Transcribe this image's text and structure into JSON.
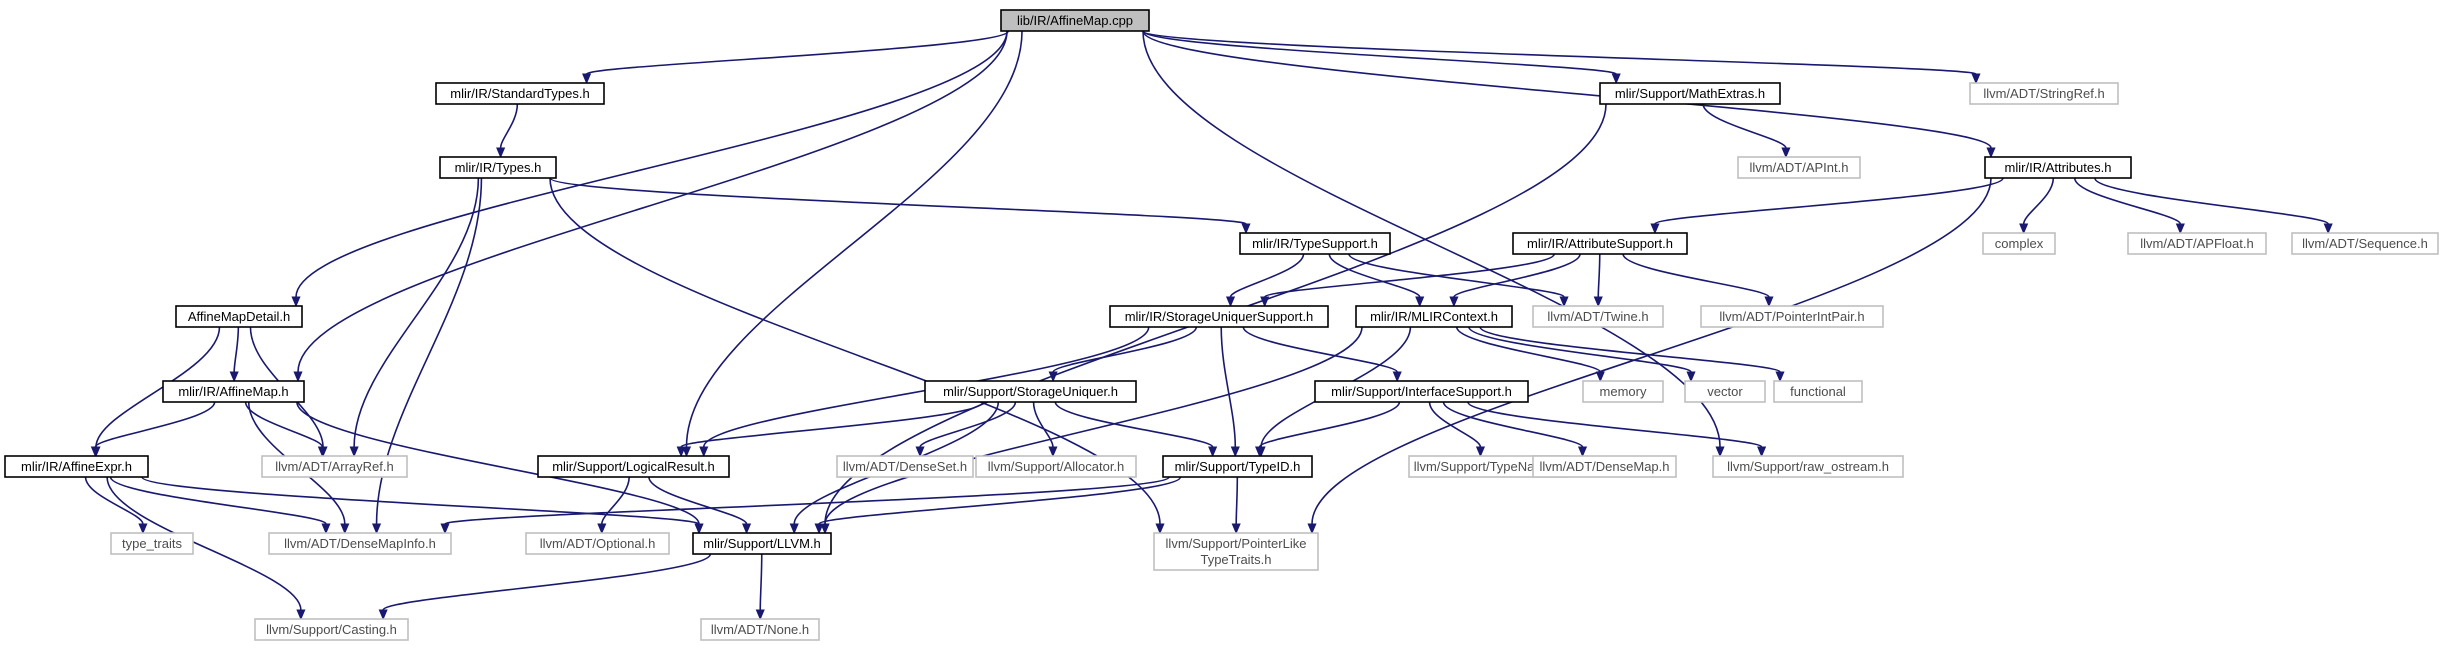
{
  "nodes": [
    {
      "id": "root",
      "label": "lib/IR/AffineMap.cpp",
      "kind": "root"
    },
    {
      "id": "standardtypes",
      "label": "mlir/IR/StandardTypes.h",
      "kind": "internal"
    },
    {
      "id": "mathextras",
      "label": "mlir/Support/MathExtras.h",
      "kind": "internal"
    },
    {
      "id": "stringref",
      "label": "llvm/ADT/StringRef.h",
      "kind": "external"
    },
    {
      "id": "types",
      "label": "mlir/IR/Types.h",
      "kind": "internal"
    },
    {
      "id": "apint",
      "label": "llvm/ADT/APInt.h",
      "kind": "external"
    },
    {
      "id": "attributes",
      "label": "mlir/IR/Attributes.h",
      "kind": "internal"
    },
    {
      "id": "typesupport",
      "label": "mlir/IR/TypeSupport.h",
      "kind": "internal"
    },
    {
      "id": "attributesupport",
      "label": "mlir/IR/AttributeSupport.h",
      "kind": "internal"
    },
    {
      "id": "complex",
      "label": "complex",
      "kind": "external"
    },
    {
      "id": "apfloat",
      "label": "llvm/ADT/APFloat.h",
      "kind": "external"
    },
    {
      "id": "sequence",
      "label": "llvm/ADT/Sequence.h",
      "kind": "external"
    },
    {
      "id": "affinemapdetail",
      "label": "AffineMapDetail.h",
      "kind": "internal"
    },
    {
      "id": "storageuniquersupport",
      "label": "mlir/IR/StorageUniquerSupport.h",
      "kind": "internal"
    },
    {
      "id": "mlircontext",
      "label": "mlir/IR/MLIRContext.h",
      "kind": "internal"
    },
    {
      "id": "twine",
      "label": "llvm/ADT/Twine.h",
      "kind": "external"
    },
    {
      "id": "pointerintpair",
      "label": "llvm/ADT/PointerIntPair.h",
      "kind": "external"
    },
    {
      "id": "affinemap",
      "label": "mlir/IR/AffineMap.h",
      "kind": "internal"
    },
    {
      "id": "storageuniquer",
      "label": "mlir/Support/StorageUniquer.h",
      "kind": "internal"
    },
    {
      "id": "interfacesupport",
      "label": "mlir/Support/InterfaceSupport.h",
      "kind": "internal"
    },
    {
      "id": "memory",
      "label": "memory",
      "kind": "external"
    },
    {
      "id": "vector",
      "label": "vector",
      "kind": "external"
    },
    {
      "id": "functional",
      "label": "functional",
      "kind": "external"
    },
    {
      "id": "affineexpr",
      "label": "mlir/IR/AffineExpr.h",
      "kind": "internal"
    },
    {
      "id": "arrayref",
      "label": "llvm/ADT/ArrayRef.h",
      "kind": "external"
    },
    {
      "id": "logicalresult",
      "label": "mlir/Support/LogicalResult.h",
      "kind": "internal"
    },
    {
      "id": "denseset",
      "label": "llvm/ADT/DenseSet.h",
      "kind": "external"
    },
    {
      "id": "allocator",
      "label": "llvm/Support/Allocator.h",
      "kind": "external"
    },
    {
      "id": "typeid",
      "label": "mlir/Support/TypeID.h",
      "kind": "internal"
    },
    {
      "id": "typename",
      "label": "llvm/Support/TypeName.h",
      "kind": "external"
    },
    {
      "id": "densemap",
      "label": "llvm/ADT/DenseMap.h",
      "kind": "external"
    },
    {
      "id": "raw_ostream",
      "label": "llvm/Support/raw_ostream.h",
      "kind": "external"
    },
    {
      "id": "type_traits",
      "label": "type_traits",
      "kind": "external"
    },
    {
      "id": "densemapinfo",
      "label": "llvm/ADT/DenseMapInfo.h",
      "kind": "external"
    },
    {
      "id": "optional",
      "label": "llvm/ADT/Optional.h",
      "kind": "external"
    },
    {
      "id": "llvmh",
      "label": "mlir/Support/LLVM.h",
      "kind": "internal"
    },
    {
      "id": "pointerliketypetraits",
      "label": "llvm/Support/PointerLike\nTypeTraits.h",
      "kind": "external"
    },
    {
      "id": "casting",
      "label": "llvm/Support/Casting.h",
      "kind": "external"
    },
    {
      "id": "none",
      "label": "llvm/ADT/None.h",
      "kind": "external"
    }
  ],
  "edges": [
    [
      "root",
      "standardtypes"
    ],
    [
      "root",
      "mathextras"
    ],
    [
      "root",
      "stringref"
    ],
    [
      "root",
      "attributes"
    ],
    [
      "root",
      "affinemapdetail"
    ],
    [
      "root",
      "affinemap"
    ],
    [
      "root",
      "logicalresult"
    ],
    [
      "root",
      "raw_ostream"
    ],
    [
      "standardtypes",
      "types"
    ],
    [
      "mathextras",
      "apint"
    ],
    [
      "mathextras",
      "llvmh"
    ],
    [
      "types",
      "typesupport"
    ],
    [
      "types",
      "arrayref"
    ],
    [
      "types",
      "densemapinfo"
    ],
    [
      "types",
      "pointerliketypetraits"
    ],
    [
      "attributes",
      "attributesupport"
    ],
    [
      "attributes",
      "complex"
    ],
    [
      "attributes",
      "apfloat"
    ],
    [
      "attributes",
      "sequence"
    ],
    [
      "attributes",
      "pointerliketypetraits"
    ],
    [
      "typesupport",
      "storageuniquersupport"
    ],
    [
      "typesupport",
      "mlircontext"
    ],
    [
      "typesupport",
      "twine"
    ],
    [
      "attributesupport",
      "storageuniquersupport"
    ],
    [
      "attributesupport",
      "mlircontext"
    ],
    [
      "attributesupport",
      "twine"
    ],
    [
      "attributesupport",
      "pointerintpair"
    ],
    [
      "affinemapdetail",
      "affinemap"
    ],
    [
      "affinemapdetail",
      "affineexpr"
    ],
    [
      "affinemapdetail",
      "arrayref"
    ],
    [
      "storageuniquersupport",
      "storageuniquer"
    ],
    [
      "storageuniquersupport",
      "interfacesupport"
    ],
    [
      "storageuniquersupport",
      "logicalresult"
    ],
    [
      "storageuniquersupport",
      "typeid"
    ],
    [
      "mlircontext",
      "memory"
    ],
    [
      "mlircontext",
      "vector"
    ],
    [
      "mlircontext",
      "functional"
    ],
    [
      "mlircontext",
      "typeid"
    ],
    [
      "mlircontext",
      "llvmh"
    ],
    [
      "affinemap",
      "affineexpr"
    ],
    [
      "affinemap",
      "arrayref"
    ],
    [
      "affinemap",
      "densemapinfo"
    ],
    [
      "affinemap",
      "llvmh"
    ],
    [
      "storageuniquer",
      "logicalresult"
    ],
    [
      "storageuniquer",
      "denseset"
    ],
    [
      "storageuniquer",
      "allocator"
    ],
    [
      "storageuniquer",
      "typeid"
    ],
    [
      "storageuniquer",
      "llvmh"
    ],
    [
      "interfacesupport",
      "typeid"
    ],
    [
      "interfacesupport",
      "typename"
    ],
    [
      "interfacesupport",
      "densemap"
    ],
    [
      "interfacesupport",
      "raw_ostream"
    ],
    [
      "affineexpr",
      "type_traits"
    ],
    [
      "affineexpr",
      "densemapinfo"
    ],
    [
      "affineexpr",
      "casting"
    ],
    [
      "affineexpr",
      "llvmh"
    ],
    [
      "logicalresult",
      "optional"
    ],
    [
      "logicalresult",
      "llvmh"
    ],
    [
      "typeid",
      "densemapinfo"
    ],
    [
      "typeid",
      "pointerliketypetraits"
    ],
    [
      "typeid",
      "llvmh"
    ],
    [
      "llvmh",
      "casting"
    ],
    [
      "llvmh",
      "none"
    ]
  ]
}
